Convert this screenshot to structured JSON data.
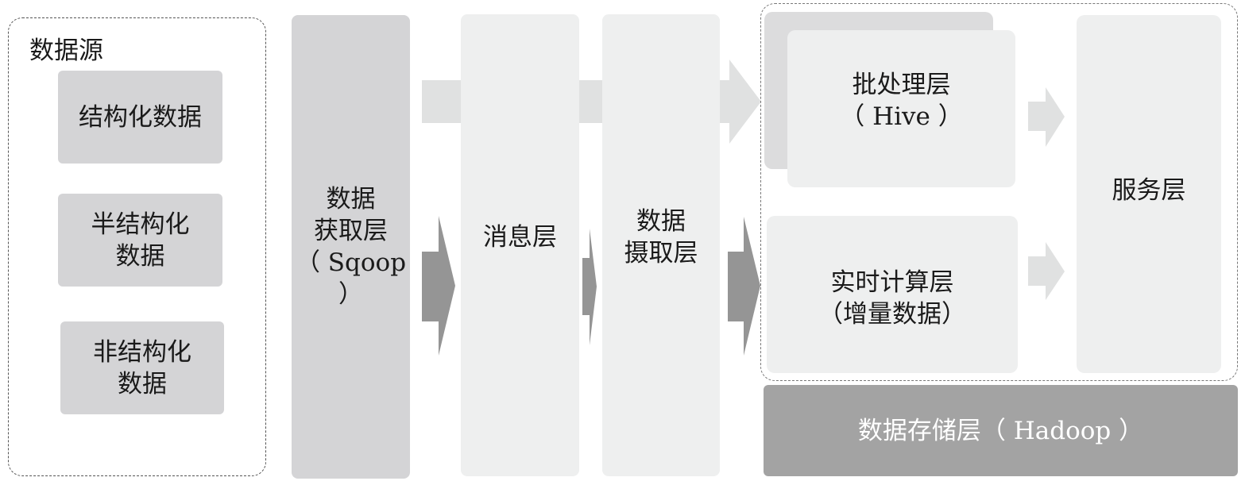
{
  "source": {
    "title": "数据源",
    "items": [
      [
        "结构化数据"
      ],
      [
        "半结构化",
        "数据"
      ],
      [
        "非结构化",
        "数据"
      ]
    ]
  },
  "acquisition": [
    "数据",
    "获取层",
    "（ Sqoop ）"
  ],
  "message": [
    "消息层"
  ],
  "ingestion": [
    "数据",
    "摄取层"
  ],
  "batch": [
    "批处理层",
    "（ Hive ）"
  ],
  "realtime": [
    "实时计算层",
    "（增量数据）"
  ],
  "service": [
    "服务层"
  ],
  "storage": "数据存储层（ Hadoop ）",
  "colors": {
    "dark_box": "#d4d4d6",
    "light_box": "#eeefef",
    "arrow_dark": "#959595",
    "arrow_light": "#e0e1e1",
    "storage": "#a3a3a3"
  }
}
